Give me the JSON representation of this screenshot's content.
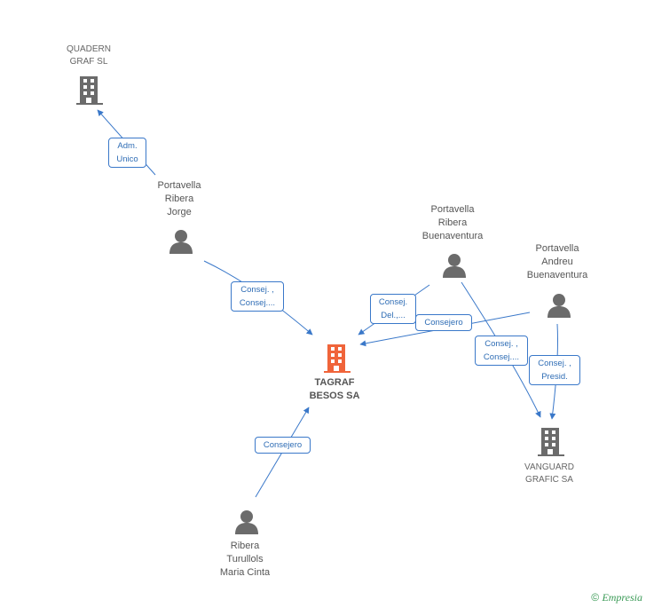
{
  "nodes": {
    "quadern": {
      "lines": [
        "QUADERN",
        "GRAF SL"
      ]
    },
    "tagraf": {
      "lines": [
        "TAGRAF",
        "BESOS SA"
      ]
    },
    "vanguard": {
      "lines": [
        "VANGUARD",
        "GRAFIC SA"
      ]
    },
    "jorge": {
      "lines": [
        "Portavella",
        "Ribera",
        "Jorge"
      ]
    },
    "buenaventura": {
      "lines": [
        "Portavella",
        "Ribera",
        "Buenaventura"
      ]
    },
    "andreu": {
      "lines": [
        "Portavella",
        "Andreu",
        "Buenaventura"
      ]
    },
    "maria": {
      "lines": [
        "Ribera",
        "Turullols",
        "Maria Cinta"
      ]
    }
  },
  "edges": {
    "jorge_quadern": [
      "Adm.",
      "Unico"
    ],
    "jorge_tagraf": [
      "Consej. ,",
      "Consej...."
    ],
    "buena_tagraf": [
      "Consej.",
      "Del.,..."
    ],
    "andreu_tagraf": [
      "Consejero"
    ],
    "buena_vanguard": [
      "Consej. ,",
      "Consej...."
    ],
    "andreu_vanguard": [
      "Consej. ,",
      "Presid."
    ],
    "maria_tagraf": [
      "Consejero"
    ]
  },
  "footer": {
    "copyright": "©",
    "brand": "Empresia"
  },
  "colors": {
    "edge": "#3a78c9",
    "company": "#666666",
    "main_company": "#f0643a",
    "person": "#6b6b6b"
  }
}
